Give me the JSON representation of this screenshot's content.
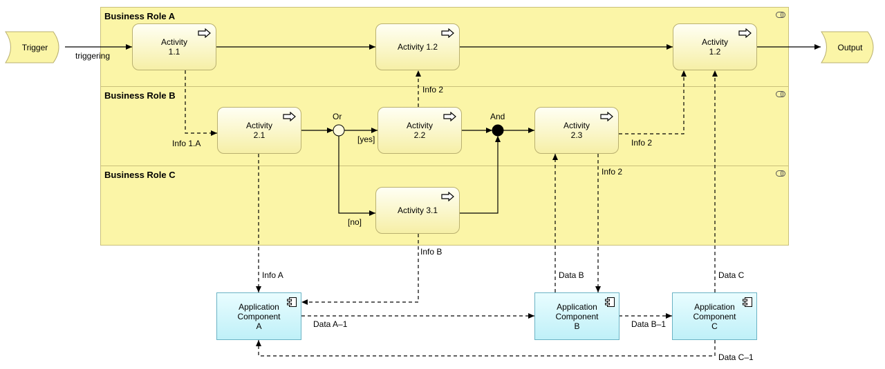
{
  "lanes": {
    "a": "Business Role A",
    "b": "Business Role B",
    "c": "Business Role C"
  },
  "events": {
    "trigger": "Trigger",
    "output": "Output"
  },
  "activities": {
    "a1": "Activity\n1.1",
    "a2": "Activity 1.2",
    "a3": "Activity\n1.2",
    "b1": "Activity\n2.1",
    "b2": "Activity\n2.2",
    "b3": "Activity\n2.3",
    "c1": "Activity 3.1"
  },
  "junctions": {
    "or": "Or",
    "and": "And"
  },
  "components": {
    "a": "Application\nComponent\nA",
    "b": "Application\nComponent\nB",
    "c": "Application\nComponent\nC"
  },
  "edge_labels": {
    "triggering": "triggering",
    "info_1a": "Info 1.A",
    "info_2_up": "Info 2",
    "yes": "[yes]",
    "no": "[no]",
    "info_2_right": "Info 2",
    "info_2_down": "Info 2",
    "info_b": "Info B",
    "info_a": "Info A",
    "data_b": "Data B",
    "data_c": "Data C",
    "data_a1": "Data A–1",
    "data_b1": "Data B–1",
    "data_c1": "Data C–1"
  },
  "colors": {
    "business_fill": "#fbf5a7",
    "activity_fill": "#f6efa6",
    "application_fill": "#bff0f8",
    "line": "#000000"
  }
}
